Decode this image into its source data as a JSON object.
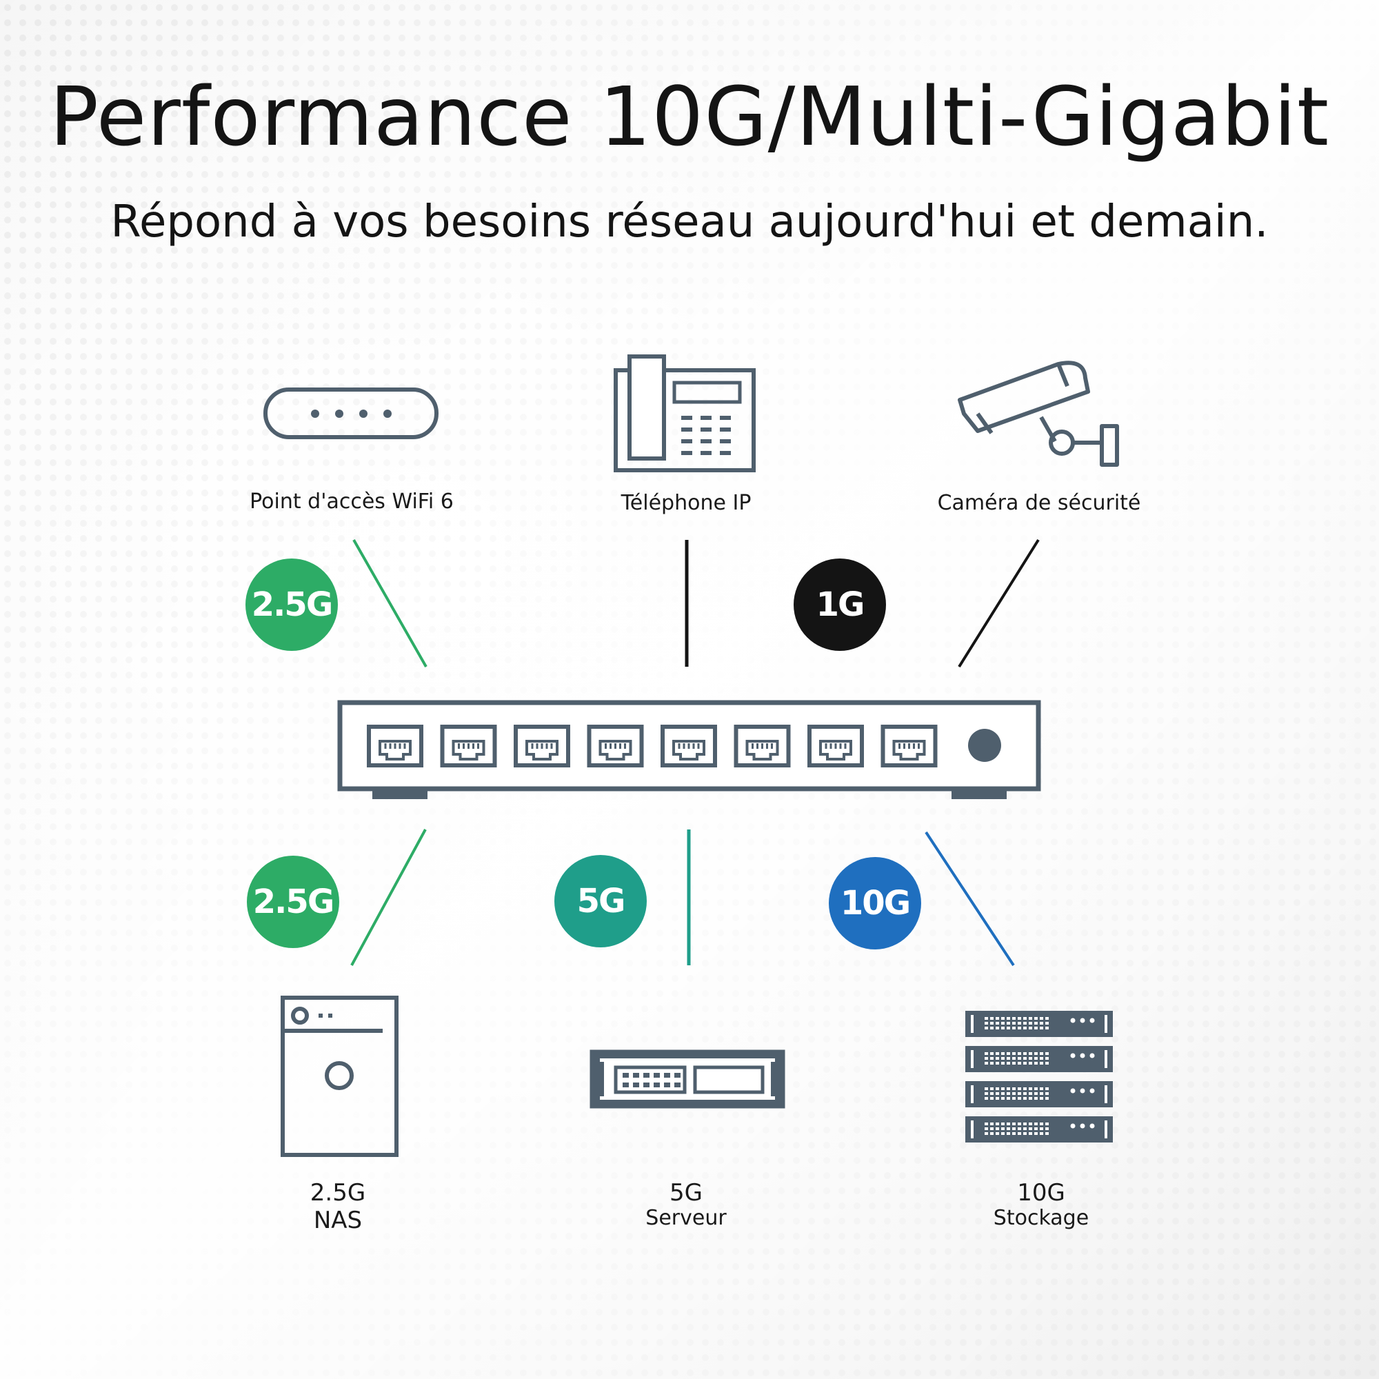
{
  "header": {
    "title": "Performance 10G/Multi-Gigabit",
    "subtitle": "Répond à vos besoins réseau aujourd'hui et demain."
  },
  "devices": {
    "access_point": "Point d'accès WiFi 6",
    "ip_phone": "Téléphone IP",
    "camera": "Caméra de sécurité",
    "nas_speed": "2.5G",
    "nas_name": "NAS",
    "server_speed": "5G",
    "server_name": "Serveur",
    "storage_speed": "10G",
    "storage_name": "Stockage"
  },
  "badges": {
    "access_point": "2.5G",
    "top_right": "1G",
    "nas": "2.5G",
    "server": "5G",
    "storage": "10G"
  },
  "colors": {
    "green": "#2dac66",
    "teal": "#1f9e8a",
    "blue": "#1f6fbf",
    "black": "#141414",
    "icon": "#4f5f6d"
  }
}
